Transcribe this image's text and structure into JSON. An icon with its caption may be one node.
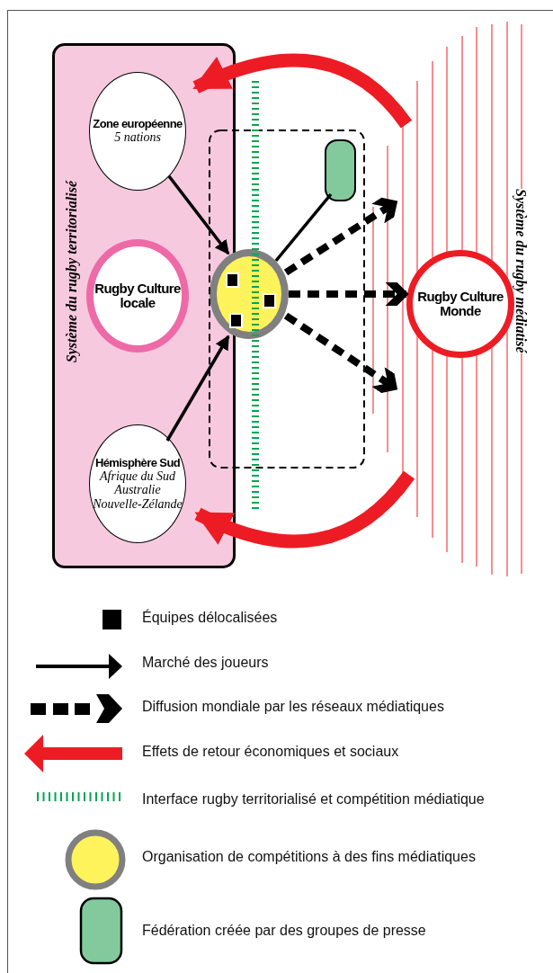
{
  "diagram": {
    "nodes": [
      {
        "text": [
          "Système du rugby territorialisé"
        ]
      },
      {
        "text": [
          "Zone européenne",
          "5 nations"
        ],
        "in": 0
      },
      {
        "text": [
          "Rugby Culture locale"
        ],
        "in": 0
      },
      {
        "text": [
          "Hémisphère Sud",
          "Afrique du Sud Australie Nouvelle-Zélande"
        ],
        "in": 0
      },
      {
        "text": [],
        "shape": "circle"
      },
      {
        "text": [],
        "shape": "box"
      },
      {
        "text": [
          "Système du rugby médiatisé"
        ]
      },
      {
        "text": [
          "Rugby Culture Monde"
        ],
        "in": 6
      }
    ],
    "edges": [
      {
        "from": 1,
        "to": 4,
        "arrow": "to"
      },
      {
        "from": 3,
        "to": 4,
        "arrow": "to"
      },
      {
        "from": 5,
        "to": 4,
        "arrow": "none"
      },
      {
        "from": 4,
        "to": 6,
        "arrow": "to",
        "style": "dashed"
      },
      {
        "from": 4,
        "to": 7,
        "arrow": "to",
        "style": "dashed"
      },
      {
        "from": 4,
        "to": 6,
        "arrow": "to",
        "style": "dashed"
      },
      {
        "from": 6,
        "to": 0,
        "arrow": "to",
        "style": "thick",
        "color": "#ed1c24"
      },
      {
        "from": 6,
        "to": 0,
        "arrow": "to",
        "style": "thick",
        "color": "#ed1c24"
      }
    ],
    "legend": [
      {
        "text": "Équipes délocalisées",
        "color": "#000000"
      },
      {
        "text": "Marché des joueurs"
      },
      {
        "text": "Diffusion mondiale par les réseaux médiatiques"
      },
      {
        "text": "Effets de retour économiques et sociaux"
      },
      {
        "text": "Interface rugby territorialisé et compétition médiatique"
      },
      {
        "text": "Organisation de compétitions à des fins médiatiques"
      },
      {
        "text": "Fédération créée par des groupes de presse"
      }
    ]
  }
}
